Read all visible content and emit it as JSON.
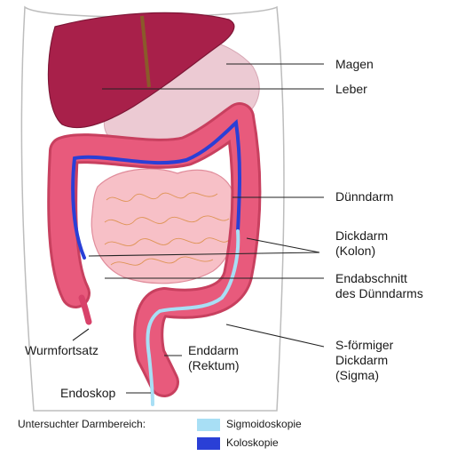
{
  "labels": {
    "magen": "Magen",
    "leber": "Leber",
    "duenndarm": "Dünndarm",
    "dickdarm_line1": "Dickdarm",
    "dickdarm_line2": "(Kolon)",
    "endabschnitt_line1": "Endabschnitt",
    "endabschnitt_line2": "des Dünndarms",
    "sigma_line1": "S-förmiger",
    "sigma_line2": "Dickdarm",
    "sigma_line3": "(Sigma)",
    "wurmfortsatz": "Wurmfortsatz",
    "enddarm_line1": "Enddarm",
    "enddarm_line2": "(Rektum)",
    "endoskop": "Endoskop"
  },
  "legend": {
    "title": "Untersuchter Darmbereich:",
    "items": [
      {
        "label": "Sigmoidoskopie",
        "color": "#a8dff5"
      },
      {
        "label": "Koloskopie",
        "color": "#2a3fd6"
      }
    ]
  },
  "colors": {
    "liver": "#a8204a",
    "stomach": "#eccad3",
    "colon": "#e85a7c",
    "small_intestine": "#f7c0c7",
    "sigmoidoscopy_path": "#a8dff5",
    "colonoscopy_path": "#2a3fd6"
  }
}
